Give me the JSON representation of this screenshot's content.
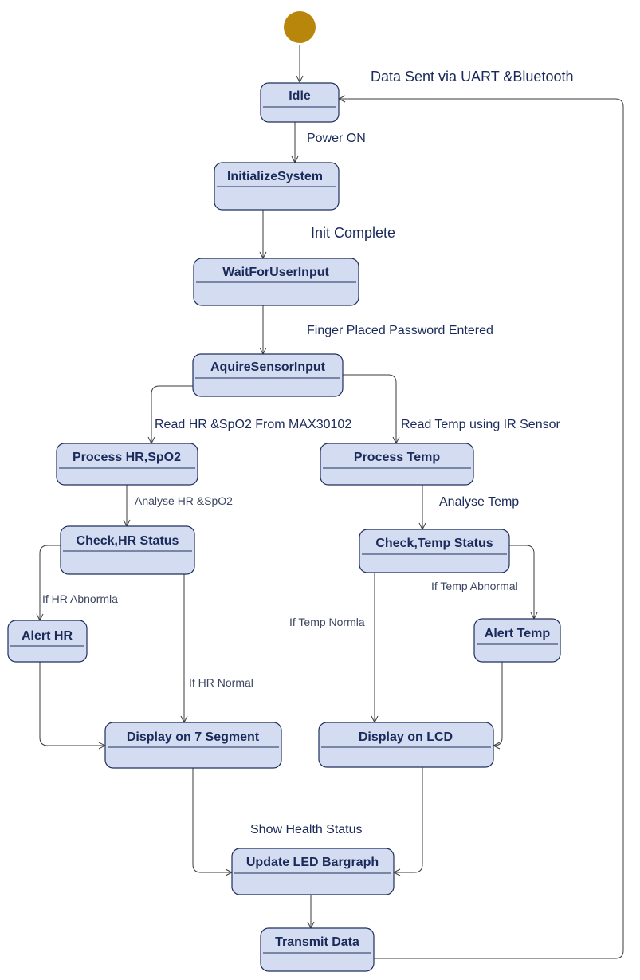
{
  "diagram": {
    "states": {
      "idle": "Idle",
      "init": "InitializeSystem",
      "wait": "WaitForUserInput",
      "acquire": "AquireSensorInput",
      "process_hr": "Process HR,SpO2",
      "process_temp": "Process Temp",
      "check_hr": "Check,HR Status",
      "check_temp": "Check,Temp Status",
      "alert_hr": "Alert HR",
      "alert_temp": "Alert Temp",
      "display_7seg": "Display on 7 Segment",
      "display_lcd": "Display on LCD",
      "update_led": "Update LED Bargraph",
      "transmit": "Transmit Data"
    },
    "transitions": {
      "data_sent": "Data Sent via UART &Bluetooth",
      "power_on": "Power ON",
      "init_complete": "Init Complete",
      "finger_placed": "Finger Placed Password Entered",
      "read_hr": "Read HR &SpO2 From MAX30102",
      "read_temp": "Read Temp using IR Sensor",
      "analyse_hr": "Analyse HR &SpO2",
      "analyse_temp": "Analyse Temp",
      "if_hr_abnormal": "If HR Abnormla",
      "if_hr_normal": "If HR Normal",
      "if_temp_abnormal": "If Temp Abnormal",
      "if_temp_normal": "If Temp Normla",
      "show_health": "Show Health Status"
    },
    "colors": {
      "state_fill": "#d3dcf0",
      "state_stroke": "#1f2f5c",
      "start_node": "#b8860b",
      "text": "#1a2a5a"
    }
  }
}
